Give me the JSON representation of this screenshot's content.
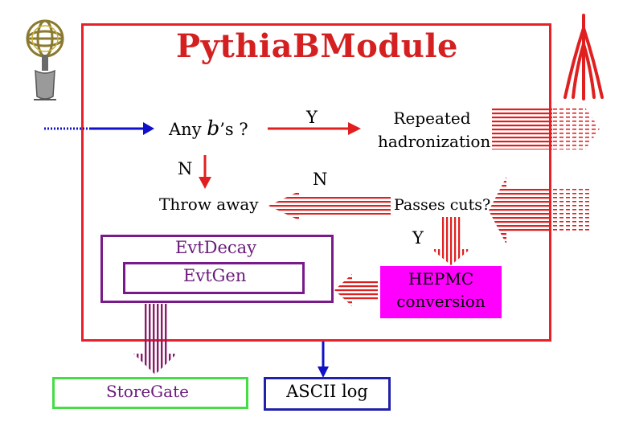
{
  "title": "PythiaBModule",
  "labels": {
    "any_b": "Any ",
    "any_b_italic": "b",
    "any_b_tail": "’s ?",
    "yes_1": "Y",
    "no_1": "N",
    "no_2": "N",
    "yes_2": "Y",
    "repeated_line1": "Repeated",
    "repeated_line2": "hadronization",
    "throw_away": "Throw away",
    "passes_cuts": "Passes cuts?",
    "evtdecay": "EvtDecay",
    "evtgen": "EvtGen",
    "hepmc_line1": "HEPMC",
    "hepmc_line2": "conversion",
    "storegate": "StoreGate",
    "ascii_log": "ASCII log"
  },
  "colors": {
    "module_border": "#e8202a",
    "title": "#d42020",
    "blue_arrow": "#1010c8",
    "red_arrow": "#e02020",
    "evt_border": "#7a1a8a",
    "evt_text": "#6a1a7a",
    "hepmc_fill": "#ff00ff",
    "storegate_border": "#44dd44",
    "ascii_border": "#2020aa"
  }
}
